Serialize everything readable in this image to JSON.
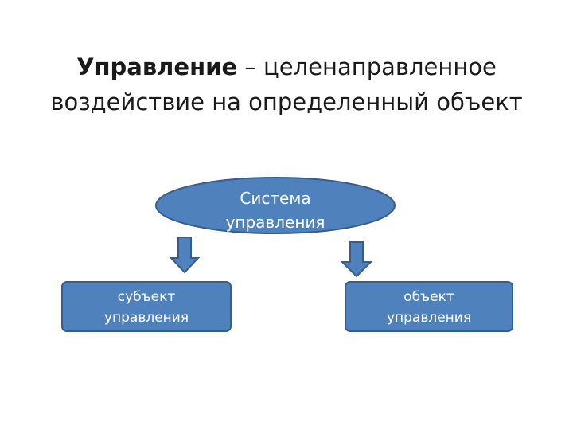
{
  "title": {
    "term": "Управление",
    "definition": "– целенаправленное воздействие на определенный объект"
  },
  "diagram": {
    "top_node": {
      "line1": "Система",
      "line2": "управления"
    },
    "left_node": {
      "line1": "субъект",
      "line2": "управления"
    },
    "right_node": {
      "line1": "объект",
      "line2": "управления"
    }
  },
  "colors": {
    "node_fill": "#4F81BD",
    "node_stroke": "#385D8A",
    "text_on_node": "#FFFFFF",
    "title_text": "#1A1A1A"
  }
}
